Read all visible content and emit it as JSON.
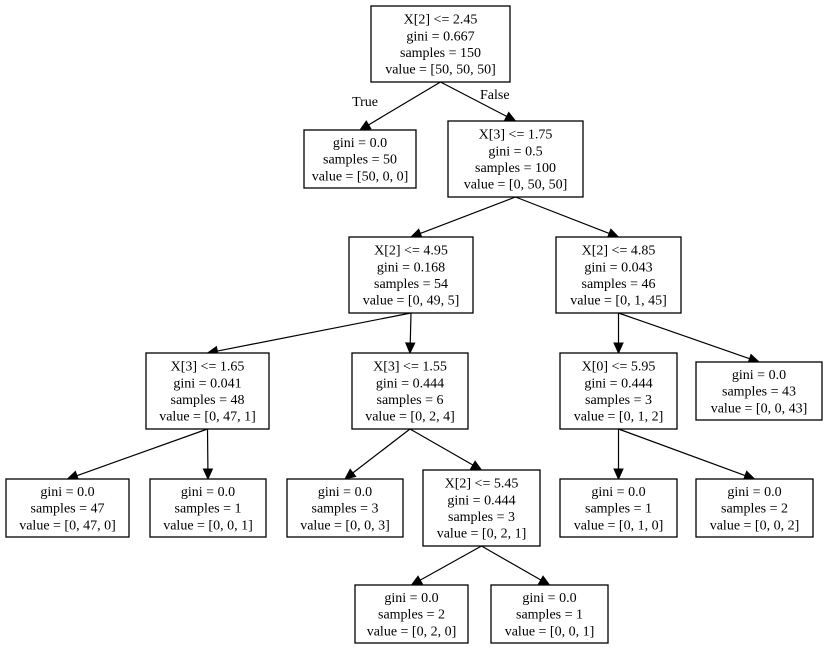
{
  "tree": {
    "nodes": {
      "n0": {
        "lines": [
          "X[2] <= 2.45",
          "gini = 0.667",
          "samples = 150",
          "value = [50, 50, 50]"
        ]
      },
      "n1": {
        "lines": [
          "gini = 0.0",
          "samples = 50",
          "value = [50, 0, 0]"
        ]
      },
      "n2": {
        "lines": [
          "X[3] <= 1.75",
          "gini = 0.5",
          "samples = 100",
          "value = [0, 50, 50]"
        ]
      },
      "n3": {
        "lines": [
          "X[2] <= 4.95",
          "gini = 0.168",
          "samples = 54",
          "value = [0, 49, 5]"
        ]
      },
      "n4": {
        "lines": [
          "X[2] <= 4.85",
          "gini = 0.043",
          "samples = 46",
          "value = [0, 1, 45]"
        ]
      },
      "n5": {
        "lines": [
          "X[3] <= 1.65",
          "gini = 0.041",
          "samples = 48",
          "value = [0, 47, 1]"
        ]
      },
      "n6": {
        "lines": [
          "X[3] <= 1.55",
          "gini = 0.444",
          "samples = 6",
          "value = [0, 2, 4]"
        ]
      },
      "n7": {
        "lines": [
          "X[0] <= 5.95",
          "gini = 0.444",
          "samples = 3",
          "value = [0, 1, 2]"
        ]
      },
      "n8": {
        "lines": [
          "gini = 0.0",
          "samples = 43",
          "value = [0, 0, 43]"
        ]
      },
      "n9": {
        "lines": [
          "gini = 0.0",
          "samples = 47",
          "value = [0, 47, 0]"
        ]
      },
      "n10": {
        "lines": [
          "gini = 0.0",
          "samples = 1",
          "value = [0, 0, 1]"
        ]
      },
      "n11": {
        "lines": [
          "gini = 0.0",
          "samples = 3",
          "value = [0, 0, 3]"
        ]
      },
      "n12": {
        "lines": [
          "X[2] <= 5.45",
          "gini = 0.444",
          "samples = 3",
          "value = [0, 2, 1]"
        ]
      },
      "n13": {
        "lines": [
          "gini = 0.0",
          "samples = 1",
          "value = [0, 1, 0]"
        ]
      },
      "n14": {
        "lines": [
          "gini = 0.0",
          "samples = 2",
          "value = [0, 0, 2]"
        ]
      },
      "n15": {
        "lines": [
          "gini = 0.0",
          "samples = 2",
          "value = [0, 2, 0]"
        ]
      },
      "n16": {
        "lines": [
          "gini = 0.0",
          "samples = 1",
          "value = [0, 0, 1]"
        ]
      }
    },
    "edges": [
      {
        "from": "n0",
        "to": "n1",
        "label": "True"
      },
      {
        "from": "n0",
        "to": "n2",
        "label": "False"
      },
      {
        "from": "n2",
        "to": "n3"
      },
      {
        "from": "n2",
        "to": "n4"
      },
      {
        "from": "n3",
        "to": "n5"
      },
      {
        "from": "n3",
        "to": "n6"
      },
      {
        "from": "n4",
        "to": "n7"
      },
      {
        "from": "n4",
        "to": "n8"
      },
      {
        "from": "n5",
        "to": "n9"
      },
      {
        "from": "n5",
        "to": "n10"
      },
      {
        "from": "n6",
        "to": "n11"
      },
      {
        "from": "n6",
        "to": "n12"
      },
      {
        "from": "n7",
        "to": "n13"
      },
      {
        "from": "n7",
        "to": "n14"
      },
      {
        "from": "n12",
        "to": "n15"
      },
      {
        "from": "n12",
        "to": "n16"
      }
    ]
  }
}
